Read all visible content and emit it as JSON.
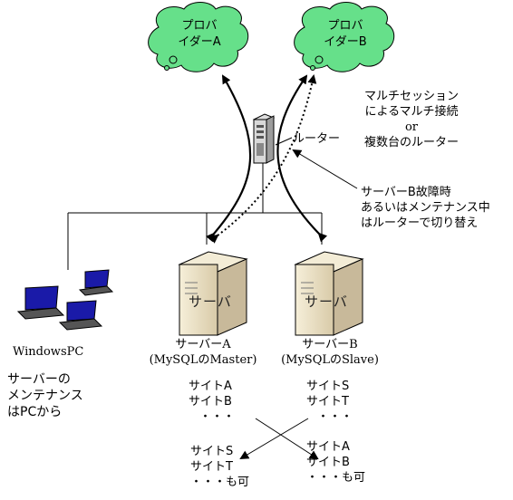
{
  "providers": [
    {
      "line1": "プロバ",
      "line2": "イダーA"
    },
    {
      "line1": "プロバ",
      "line2": "イダーB"
    }
  ],
  "router": {
    "label": "ルーター"
  },
  "multisession_note": {
    "line1": "マルチセッション",
    "line2": "によるマルチ接続",
    "line3": "or",
    "line4": "複数台のルーター"
  },
  "failover_note": {
    "line1": "サーバーB故障時",
    "line2": "あるいはメンテナンス中",
    "line3": "はルーターで切り替え"
  },
  "pc": {
    "label": "WindowsPC",
    "note_line1": "サーバーの",
    "note_line2": "メンテナンス",
    "note_line3": "はPCから"
  },
  "servers": [
    {
      "case_label": "サーバ",
      "name": "サーバーA",
      "role": "(MySQLのMaster)",
      "primary_sites": [
        "サイトA",
        "サイトB",
        "・・・"
      ],
      "failover_sites": [
        "サイトS",
        "サイトT",
        "・・・も可"
      ]
    },
    {
      "case_label": "サーバ",
      "name": "サーバーB",
      "role": "(MySQLのSlave)",
      "primary_sites": [
        "サイトS",
        "サイトT",
        "・・・"
      ],
      "failover_sites": [
        "サイトA",
        "サイトB",
        "・・・も可"
      ]
    }
  ],
  "colors": {
    "cloud_fill": "#66e08a",
    "cloud_stroke": "#000000",
    "server_fill": "#efe6cc",
    "server_shade": "#c8b99a",
    "screen_blue": "#1a1aa8"
  }
}
